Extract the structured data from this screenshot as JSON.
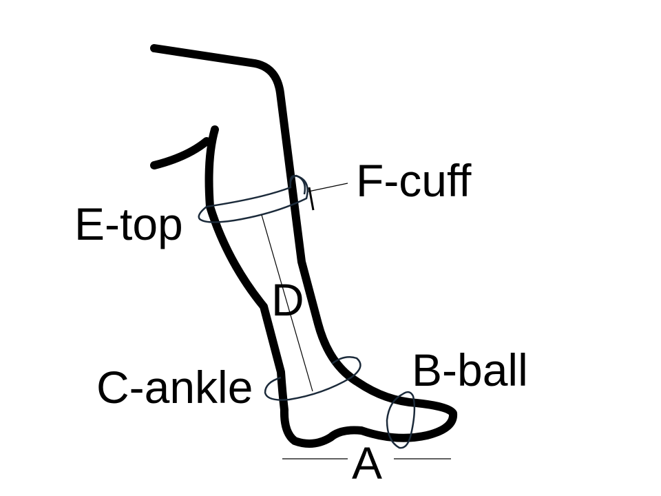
{
  "labels": {
    "a": "A",
    "b": "B-ball",
    "c": "C-ankle",
    "d": "D",
    "e": "E-top",
    "f": "F-cuff"
  },
  "colors": {
    "leg_outline": "#000000",
    "measure_loop": "#1b2a3a",
    "guide_line": "#000000"
  }
}
